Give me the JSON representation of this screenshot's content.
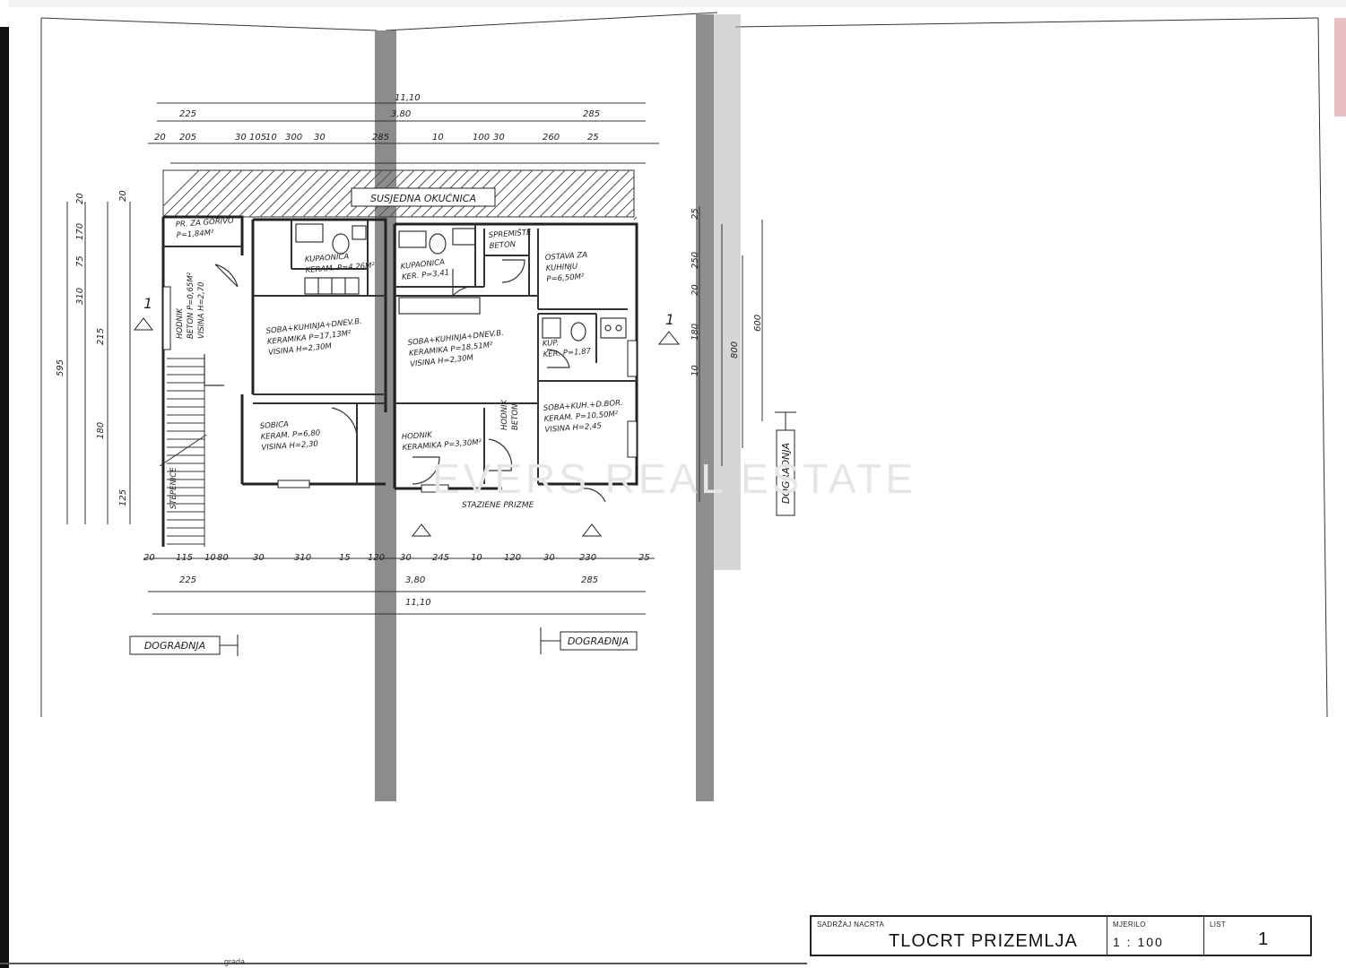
{
  "drawing": {
    "neighbor_plot_label": "SUSJEDNA OKUĆNICA",
    "section_marker": "1",
    "extension_label": "DOGRAĐNJA",
    "watermark": "EVERS REAL ESTATE",
    "dims_top_total": "11,10",
    "dims_top_sub": [
      "225",
      "3,80",
      "285"
    ],
    "dims_top_detail": [
      "20",
      "205",
      "30",
      "105",
      "10",
      "300",
      "30",
      "285",
      "10",
      "100",
      "30",
      "260",
      "25"
    ],
    "dims_bottom_detail": [
      "20",
      "115",
      "10",
      "80",
      "30",
      "310",
      "15",
      "120",
      "30",
      "245",
      "10",
      "120",
      "30",
      "230",
      "25"
    ],
    "dims_bottom_sub": [
      "225",
      "3,80",
      "285"
    ],
    "dims_bottom_total": "11,10",
    "dims_left": [
      "595",
      "20",
      "170",
      "75",
      "310",
      "215",
      "20",
      "180",
      "125"
    ],
    "dims_right": [
      "25",
      "250",
      "20",
      "180",
      "10",
      "600",
      "800"
    ],
    "rooms": [
      {
        "id": "fuel",
        "lines": [
          "PR. ZA GORIVO",
          "P=1,84M²"
        ]
      },
      {
        "id": "bath1",
        "lines": [
          "KUPAONICA",
          "KERAM. P=4,26M²"
        ]
      },
      {
        "id": "bath2",
        "lines": [
          "KUPAONICA",
          "KER. P=3,41"
        ]
      },
      {
        "id": "storage",
        "lines": [
          "SPREMIŠTE",
          "BETON"
        ]
      },
      {
        "id": "kitchen_prep",
        "lines": [
          "OSTAVA ZA",
          "KUHINJU",
          "P=6,50M²"
        ]
      },
      {
        "id": "living1",
        "lines": [
          "SOBA+KUHINJA+DNEV.B.",
          "KERAMIKA P=17,13M²",
          "VISINA H=2,30M"
        ]
      },
      {
        "id": "living2",
        "lines": [
          "SOBA+KUHINJA+DNEV.B.",
          "KERAMIKA P=18,51M²",
          "VISINA H=2,30M"
        ]
      },
      {
        "id": "corridor",
        "lines": [
          "HODNIK",
          "BETON P=0,65M²",
          "VISINA H=2,70"
        ]
      },
      {
        "id": "smallroom",
        "lines": [
          "SOBICA",
          "KERAM. P=6,80",
          "VISINA H=2,30"
        ]
      },
      {
        "id": "hall",
        "lines": [
          "HODNIK",
          "KERAMIKA P=3,30M²"
        ]
      },
      {
        "id": "pantry",
        "lines": [
          "HODNIK",
          "BETON"
        ]
      },
      {
        "id": "bath3",
        "lines": [
          "KUP.",
          "KER. P=1,87"
        ]
      },
      {
        "id": "room3",
        "lines": [
          "SOBA+KUH.+D.BOR.",
          "KERAM. P=10,50M²",
          "VISINA H=2,45"
        ]
      },
      {
        "id": "stairs",
        "lines": [
          "STEPENICE"
        ]
      }
    ],
    "stair_note": "STAZIENE PRIZME"
  },
  "title_block": {
    "content_label": "SADRŽAJ NACRTA",
    "title": "TLOCRT PRIZEMLJA",
    "scale_label": "MJERILO",
    "scale_value": "1 : 100",
    "sheet_label": "LIST",
    "sheet_number": "1"
  },
  "footer_note": "grada"
}
